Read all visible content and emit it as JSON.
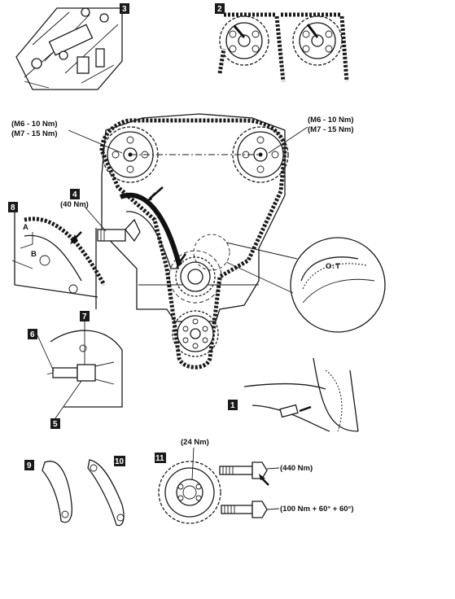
{
  "callouts": {
    "c1": "1",
    "c2": "2",
    "c3": "3",
    "c4": "4",
    "c5": "5",
    "c6": "6",
    "c7": "7",
    "c8": "8",
    "c9": "9",
    "c10": "10",
    "c11": "11"
  },
  "torques": {
    "left_m6": "(M6 - 10 Nm)",
    "left_m7": "(M7 - 15 Nm)",
    "right_m6": "(M6 - 10 Nm)",
    "right_m7": "(M7 - 15 Nm)",
    "tensioner": "(40 Nm)",
    "sprocket": "(24 Nm)",
    "bolt_upper": "(440 Nm)",
    "bolt_lower": "(100 Nm + 60° + 60°)"
  },
  "detail_8": {
    "a": "A",
    "b": "B"
  }
}
